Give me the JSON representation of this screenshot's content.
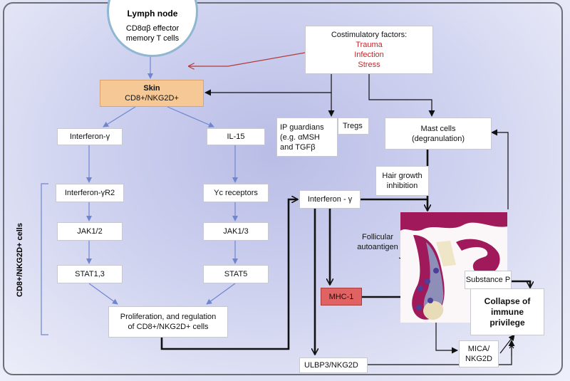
{
  "lymph_node": {
    "title": "Lymph node",
    "line1": "CD8αβ effector",
    "line2": "memory T cells"
  },
  "costim": {
    "title": "Costimulatory factors:",
    "items": [
      "Trauma",
      "Infection",
      "Stress"
    ]
  },
  "skin": {
    "line1": "Skin",
    "line2": "CD8+/NKG2D+"
  },
  "left_path": [
    "Interferon-γ",
    "Interferon-γR2",
    "JAK1/2",
    "STAT1,3"
  ],
  "right_path": [
    "IL-15",
    "Yc receptors",
    "JAK1/3",
    "STAT5"
  ],
  "proliferation": {
    "line1": "Proliferation, and regulation",
    "line2": "of CD8+/NKG2D+ cells"
  },
  "side_label": "CD8+/NKG2D+ cells",
  "ip_guardians": {
    "line1": "IP guardians",
    "line2": "(e.g. αMSH",
    "line3": "and TGFβ"
  },
  "tregs": "Tregs",
  "mast_cells": {
    "line1": "Mast cells",
    "line2": "(degranulation)"
  },
  "hair_growth": {
    "line1": "Hair growth",
    "line2": "inhibition"
  },
  "interferon_gamma": "Interferon - γ",
  "follicular": {
    "line1": "Follicular",
    "line2": "autoantigen"
  },
  "mhc1": "MHC-1",
  "substance_p": "Substance P",
  "collapse": {
    "line1": "Collapse of",
    "line2": "immune",
    "line3": "privilege"
  },
  "mica": {
    "line1": "MICA/",
    "line2": "NKG2D"
  },
  "ulbp3": "ULBP3/NKG2D",
  "colors": {
    "blue_arrow": "#6f86cf",
    "red_arrow": "#b23b3b",
    "skin_fill": "#f5c896",
    "mhc_fill": "#e06262",
    "follicle_magenta": "#a0195a"
  },
  "icons": [
    "up-arrow-icon",
    "down-arrow-icon",
    "hair-follicle-illustration"
  ]
}
